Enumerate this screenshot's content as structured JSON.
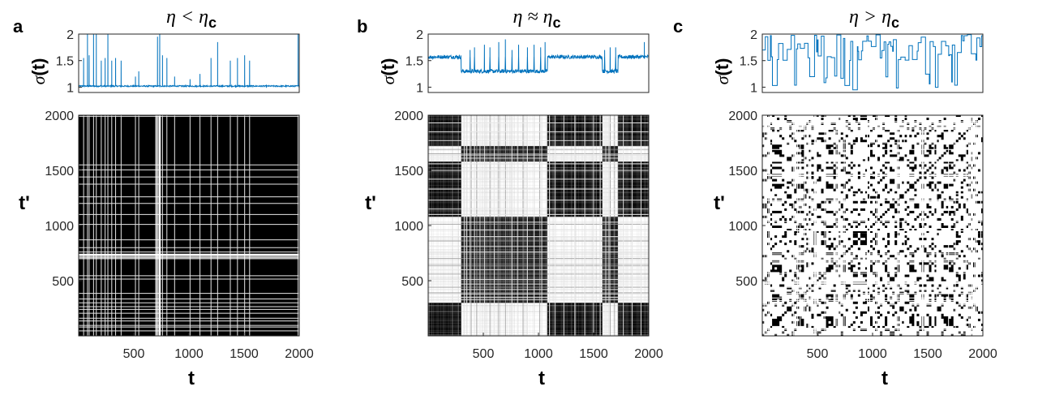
{
  "chart_data": [
    {
      "panel_label": "a",
      "title": "η < η",
      "title_subscript": "c",
      "top_plot": {
        "type": "line",
        "ylabel": "σ",
        "ylabel_suffix": "(t)",
        "xlim": [
          0,
          2000
        ],
        "ylim": [
          0.9,
          2.0
        ],
        "yticks": [
          1,
          1.5,
          2
        ],
        "ytick_labels": [
          "1",
          "1.5",
          "2"
        ],
        "color": "#0072BD",
        "baseline": 1.02,
        "segments": [],
        "spikes": [
          [
            45,
            1.55
          ],
          [
            80,
            2.0
          ],
          [
            95,
            1.6
          ],
          [
            135,
            2.0
          ],
          [
            160,
            2.0
          ],
          [
            205,
            1.5
          ],
          [
            240,
            1.55
          ],
          [
            265,
            2.0
          ],
          [
            300,
            1.5
          ],
          [
            335,
            1.55
          ],
          [
            385,
            1.5
          ],
          [
            515,
            1.2
          ],
          [
            545,
            1.3
          ],
          [
            715,
            1.95
          ],
          [
            735,
            2.0
          ],
          [
            760,
            1.6
          ],
          [
            800,
            1.55
          ],
          [
            870,
            1.2
          ],
          [
            1010,
            1.15
          ],
          [
            1100,
            1.25
          ],
          [
            1200,
            1.55
          ],
          [
            1260,
            1.85
          ],
          [
            1375,
            1.5
          ],
          [
            1440,
            1.55
          ],
          [
            1505,
            1.6
          ],
          [
            1550,
            1.5
          ],
          [
            1990,
            2.0
          ],
          [
            2000,
            2.0
          ]
        ]
      },
      "recurrence_plot": {
        "type": "heatmap",
        "background": "black",
        "xlabel": "t",
        "ylabel": "t'",
        "xlim": [
          0,
          2000
        ],
        "ylim": [
          0,
          2000
        ],
        "xticks": [
          500,
          1000,
          1500,
          2000
        ],
        "xtick_labels": [
          "500",
          "1000",
          "1500",
          "2000"
        ],
        "yticks": [
          500,
          1000,
          1500,
          2000
        ],
        "ytick_labels": [
          "500",
          "1000",
          "1500",
          "2000"
        ],
        "dense_pattern": false,
        "white_bands": [
          [
            700,
            740
          ]
        ],
        "white_lines": [
          45,
          80,
          95,
          135,
          160,
          205,
          240,
          265,
          300,
          335,
          385,
          515,
          545,
          715,
          735,
          760,
          800,
          870,
          1010,
          1100,
          1200,
          1260,
          1375,
          1440,
          1505,
          1550,
          1990
        ]
      }
    },
    {
      "panel_label": "b",
      "title": "η ≈ η",
      "title_subscript": "c",
      "top_plot": {
        "type": "line",
        "ylabel": "σ",
        "ylabel_suffix": "(t)",
        "xlim": [
          0,
          2000
        ],
        "ylim": [
          0.9,
          2.0
        ],
        "yticks": [
          1,
          1.5,
          2
        ],
        "ytick_labels": [
          "1",
          "1.5",
          "2"
        ],
        "color": "#0072BD",
        "baseline": 1.57,
        "segments": [
          [
            300,
            1080,
            1.3
          ],
          [
            1580,
            1720,
            1.3
          ]
        ],
        "spikes": [
          [
            380,
            1.7
          ],
          [
            420,
            1.75
          ],
          [
            510,
            1.8
          ],
          [
            560,
            1.75
          ],
          [
            640,
            1.85
          ],
          [
            700,
            1.9
          ],
          [
            760,
            1.7
          ],
          [
            820,
            1.8
          ],
          [
            900,
            1.75
          ],
          [
            960,
            1.8
          ],
          [
            1020,
            1.75
          ],
          [
            1060,
            1.85
          ],
          [
            1600,
            1.7
          ],
          [
            1650,
            1.75
          ],
          [
            1700,
            1.75
          ],
          [
            1960,
            1.85
          ]
        ]
      },
      "recurrence_plot": {
        "type": "heatmap",
        "background": "black",
        "xlabel": "t",
        "ylabel": "t'",
        "xlim": [
          0,
          2000
        ],
        "ylim": [
          0,
          2000
        ],
        "xticks": [
          500,
          1000,
          1500,
          2000
        ],
        "xtick_labels": [
          "500",
          "1000",
          "1500",
          "2000"
        ],
        "yticks": [
          500,
          1000,
          1500,
          2000
        ],
        "ytick_labels": [
          "500",
          "1000",
          "1500",
          "2000"
        ],
        "dense_pattern": false,
        "blocks": [
          [
            0,
            300
          ],
          [
            300,
            1080
          ],
          [
            1080,
            1580
          ],
          [
            1580,
            1720
          ],
          [
            1720,
            2000
          ]
        ],
        "block_states": [
          "A",
          "B",
          "A",
          "B",
          "A"
        ],
        "white_lines": [
          330,
          350,
          380,
          420,
          470,
          510,
          600,
          760,
          810,
          900,
          960,
          1030,
          1100,
          1150,
          1230,
          1330,
          1420,
          1500,
          1560,
          1610,
          1640,
          1770,
          1850,
          1930
        ],
        "grey_lines": [
          390,
          440,
          560,
          640,
          700,
          860,
          1010,
          1650,
          1690
        ]
      }
    },
    {
      "panel_label": "c",
      "title": "η > η",
      "title_subscript": "c",
      "top_plot": {
        "type": "line",
        "ylabel": "σ",
        "ylabel_suffix": "(t)",
        "xlim": [
          0,
          2000
        ],
        "ylim": [
          0.9,
          2.0
        ],
        "yticks": [
          1,
          1.5,
          2
        ],
        "ytick_labels": [
          "1",
          "1.5",
          "2"
        ],
        "color": "#0072BD",
        "baseline": null,
        "segments": [],
        "spikes": []
      },
      "recurrence_plot": {
        "type": "heatmap",
        "background": "white",
        "xlabel": "t",
        "ylabel": "t'",
        "xlim": [
          0,
          2000
        ],
        "ylim": [
          0,
          2000
        ],
        "xticks": [
          500,
          1000,
          1500,
          2000
        ],
        "xtick_labels": [
          "500",
          "1000",
          "1500",
          "2000"
        ],
        "yticks": [
          500,
          1000,
          1500,
          2000
        ],
        "ytick_labels": [
          "500",
          "1000",
          "1500",
          "2000"
        ],
        "dense_pattern": true
      }
    }
  ]
}
